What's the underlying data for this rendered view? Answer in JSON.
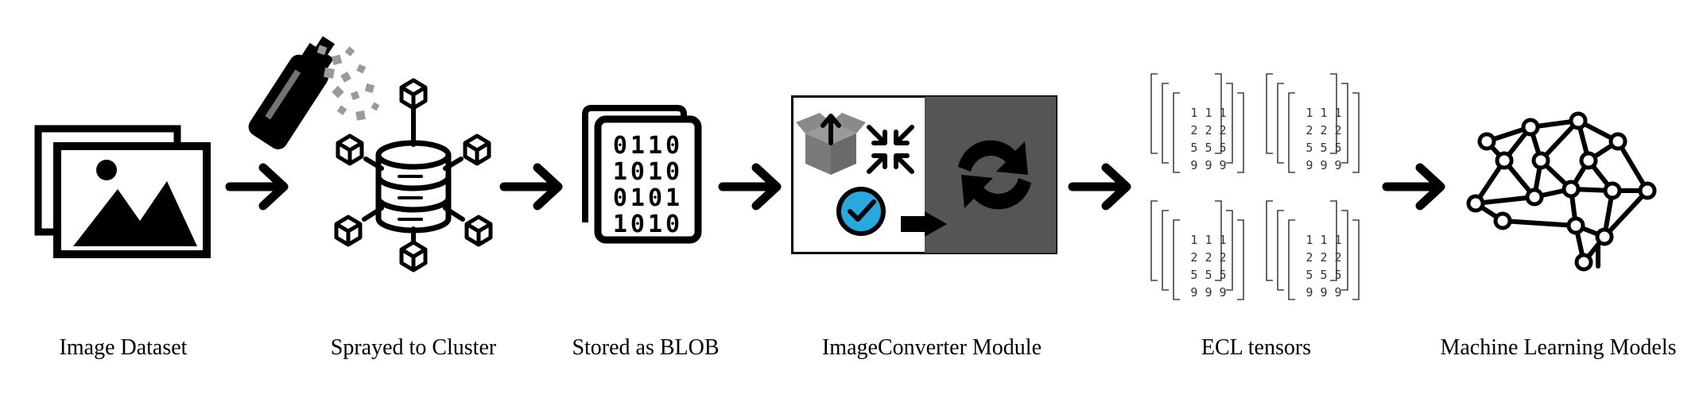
{
  "pipeline": {
    "stages": [
      {
        "label": "Image Dataset",
        "icon": "image-stack-icon"
      },
      {
        "label": "Sprayed to Cluster",
        "icon": "spray-cluster-icon"
      },
      {
        "label": "Stored as BLOB",
        "icon": "binary-files-icon"
      },
      {
        "label": "ImageConverter Module",
        "icon": "image-converter-icon"
      },
      {
        "label": "ECL tensors",
        "icon": "tensor-stack-icon"
      },
      {
        "label": "Machine Learning Models",
        "icon": "neural-brain-icon"
      }
    ],
    "arrow_icon": "right-arrow-icon",
    "blob_rows": [
      "0110",
      "1010",
      "0101",
      "1010"
    ],
    "tensor_rows": [
      "1 1 1",
      "2 2 2",
      "5 5 5",
      "9 9 9"
    ],
    "colors": {
      "dark_panel": "#555555",
      "check": "#29a8e0",
      "box": "#7a7a7a",
      "confetti": "#9a9a9a"
    }
  }
}
